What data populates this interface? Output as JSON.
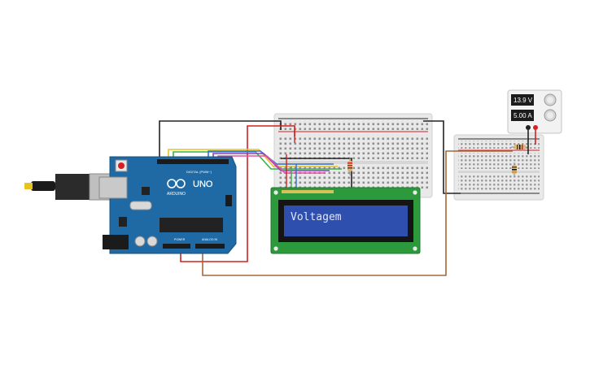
{
  "arduino": {
    "board_name": "UNO",
    "brand": "ARDUINO",
    "digital_label": "DIGITAL (PWM~)",
    "power_label": "POWER",
    "analog_label": "ANALOG IN"
  },
  "lcd": {
    "text": "Voltagem"
  },
  "power_supply": {
    "voltage": "13.9 V",
    "current": "5.00 A"
  },
  "colors": {
    "arduino_blue": "#1f6aa5",
    "breadboard": "#e9e9e9",
    "lcd_pcb": "#2c9a3c",
    "lcd_screen": "#2f4fae",
    "wire_black": "#222222",
    "wire_red": "#d42020",
    "wire_brown": "#a3683a",
    "wire_yellow": "#e8c320",
    "wire_green": "#36b149",
    "wire_blue": "#2e6fd1",
    "wire_purple": "#8e3bbf",
    "wire_pink": "#e64fa3"
  }
}
